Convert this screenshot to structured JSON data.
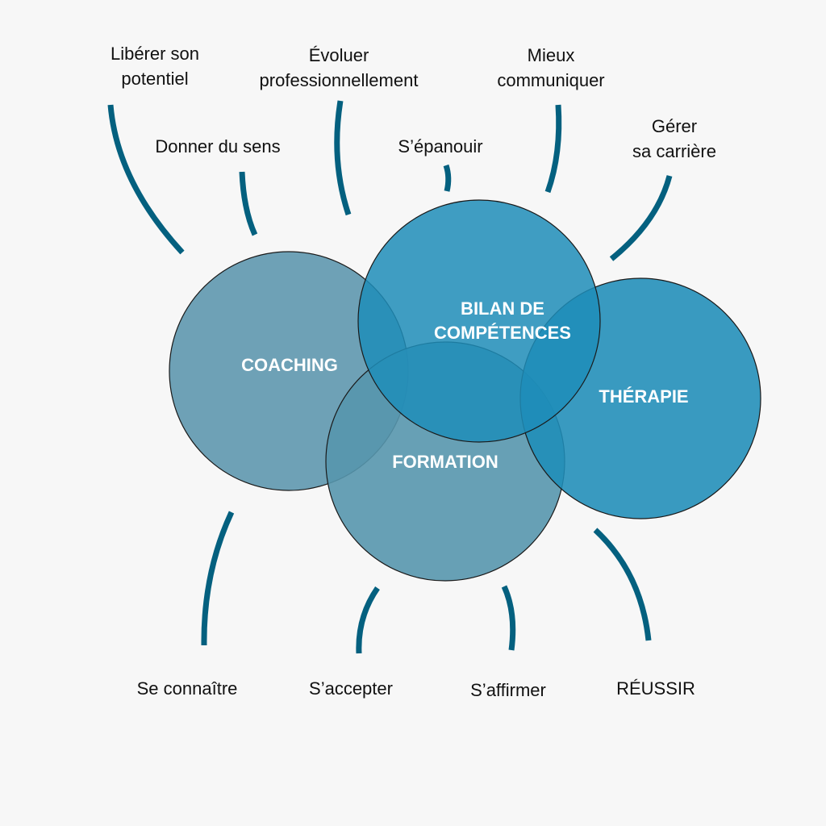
{
  "colors": {
    "background": "#f7f7f7",
    "line": "#04607f",
    "coaching": "#5e97ae",
    "bilan": "#1f8db8",
    "formation": "#5796ad",
    "therapie": "#1f8db8"
  },
  "circles": {
    "coaching": "COACHING",
    "bilan": "BILAN DE\nCOMPÉTENCES",
    "formation": "FORMATION",
    "therapie": "THÉRAPIE"
  },
  "top_labels": [
    "Libérer son\npotentiel",
    "Donner du sens",
    "Évoluer\nprofessionnellement",
    "S’épanouir",
    "Mieux\ncommuniquer",
    "Gérer\nsa carrière"
  ],
  "bottom_labels": [
    "Se connaître",
    "S’accepter",
    "S’affirmer",
    "RÉUSSIR"
  ]
}
